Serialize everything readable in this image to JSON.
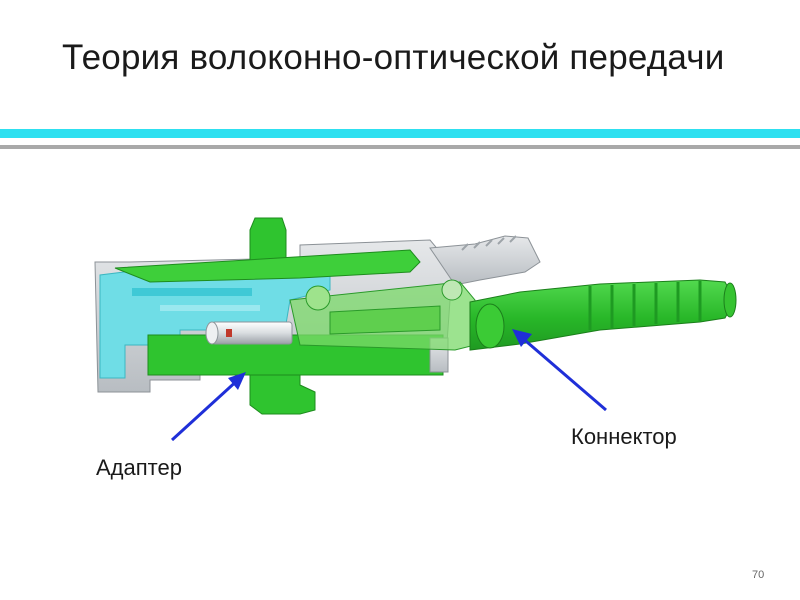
{
  "slide": {
    "title": "Теория волоконно-оптической передачи",
    "page_number": "70"
  },
  "figure": {
    "subject": "fiber-optic-connector-cutaway",
    "labels": {
      "adapter": "Адаптер",
      "connector": "Коннектор"
    },
    "colors": {
      "accent_rule": "#2ee0f0",
      "secondary_rule": "#a9a9a9",
      "housing_green": "#2fc42f",
      "inner_cyan": "#6fdde6",
      "body_gray": "#cfd3d6",
      "arrow_blue": "#1f2fd8"
    }
  }
}
